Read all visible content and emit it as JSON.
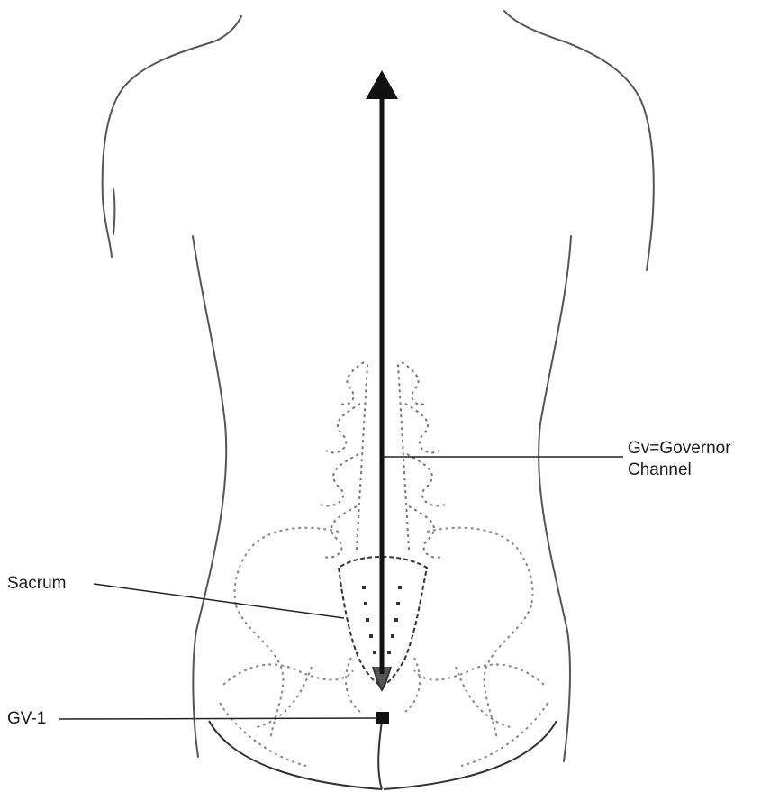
{
  "labels": {
    "governor_line1": "Gv=Governor",
    "governor_line2": "Channel",
    "sacrum": "Sacrum",
    "gv1": "GV-1"
  },
  "colors": {
    "ink": "#1a1a1a",
    "sketch": "#555555",
    "faint": "#888888",
    "background": "#ffffff"
  }
}
